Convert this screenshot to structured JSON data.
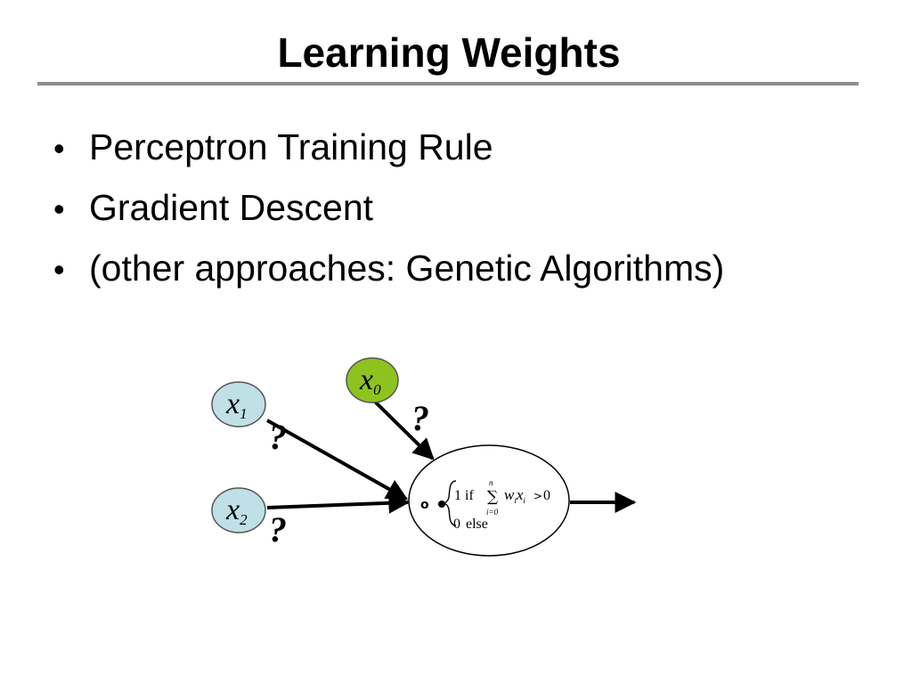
{
  "slide": {
    "title": "Learning Weights",
    "bullets": [
      "Perceptron Training Rule",
      "Gradient Descent",
      "(other approaches: Genetic Algorithms)"
    ]
  },
  "diagram": {
    "inputs": [
      {
        "var": "x",
        "sub": "0",
        "fill": "#8ec21f"
      },
      {
        "var": "x",
        "sub": "1",
        "fill": "#bfe0e6"
      },
      {
        "var": "x",
        "sub": "2",
        "fill": "#bfe0e6"
      }
    ],
    "unknown_weight_mark": "?",
    "formula": {
      "case_one": "1",
      "if_word": "if",
      "sum_upper": "n",
      "sum_lower": "i=0",
      "term_w": "w",
      "term_x": "x",
      "term_sub": "i",
      "threshold": "0",
      "case_zero": "0",
      "else_word": "else"
    }
  }
}
